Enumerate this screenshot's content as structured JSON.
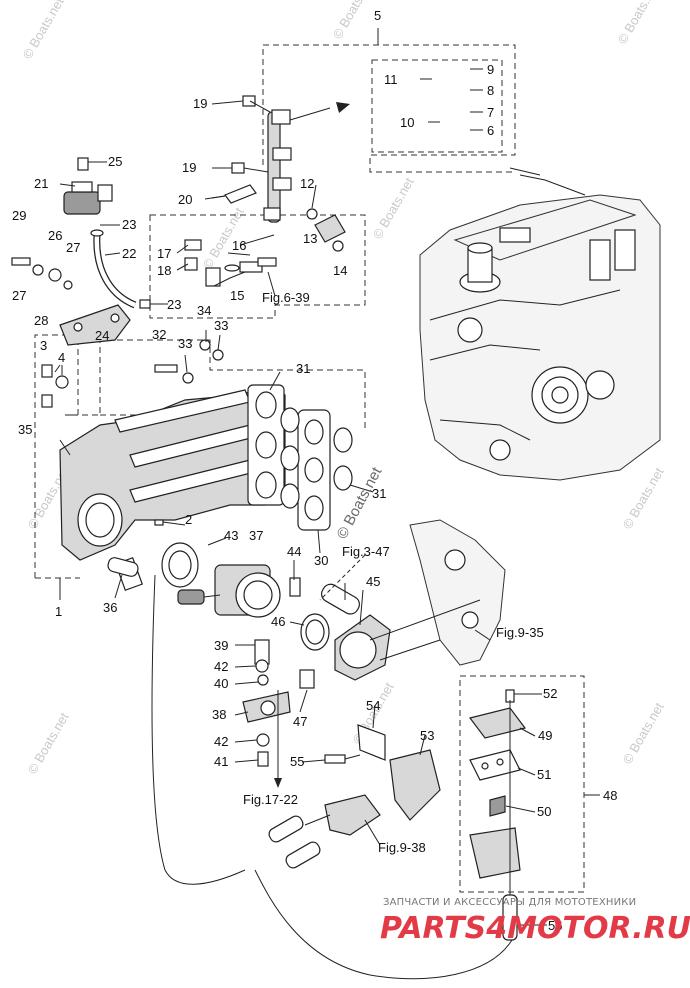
{
  "callouts": {
    "c1": "1",
    "c2": "2",
    "c3": "3",
    "c4": "4",
    "c5": "5",
    "c6": "6",
    "c7": "7",
    "c8": "8",
    "c9": "9",
    "c10": "10",
    "c11": "11",
    "c12": "12",
    "c13": "13",
    "c14": "14",
    "c15": "15",
    "c16": "16",
    "c17": "17",
    "c18": "18",
    "c19a": "19",
    "c19b": "19",
    "c20": "20",
    "c21": "21",
    "c22": "22",
    "c23a": "23",
    "c23b": "23",
    "c24": "24",
    "c25": "25",
    "c26": "26",
    "c27a": "27",
    "c27b": "27",
    "c28": "28",
    "c29": "29",
    "c30": "30",
    "c31a": "31",
    "c31b": "31",
    "c32": "32",
    "c33a": "33",
    "c33b": "33",
    "c34": "34",
    "c35": "35",
    "c36": "36",
    "c37": "37",
    "c38": "38",
    "c39": "39",
    "c40": "40",
    "c41": "41",
    "c42a": "42",
    "c42b": "42",
    "c43": "43",
    "c44": "44",
    "c45": "45",
    "c46": "46",
    "c47": "47",
    "c48": "48",
    "c49": "49",
    "c50": "50",
    "c51": "51",
    "c52": "52",
    "c53": "53",
    "c54": "54",
    "c55": "55",
    "c56": "56"
  },
  "figure_refs": {
    "fig_6_39": "Fig.6-39",
    "fig_3_47": "Fig.3-47",
    "fig_9_35": "Fig.9-35",
    "fig_17_22": "Fig.17-22",
    "fig_9_38": "Fig.9-38"
  },
  "watermarks": {
    "boats": "© Boats.net",
    "shop_line": "ЗАПЧАСТИ И АКСЕССУАРЫ ДЛЯ МОТОТЕХНИКИ",
    "brand": "PARTS4MOTOR.RU"
  },
  "colors": {
    "line": "#222222",
    "brand_red": "#e23a47",
    "watermark_gray": "#c9c9c9"
  }
}
